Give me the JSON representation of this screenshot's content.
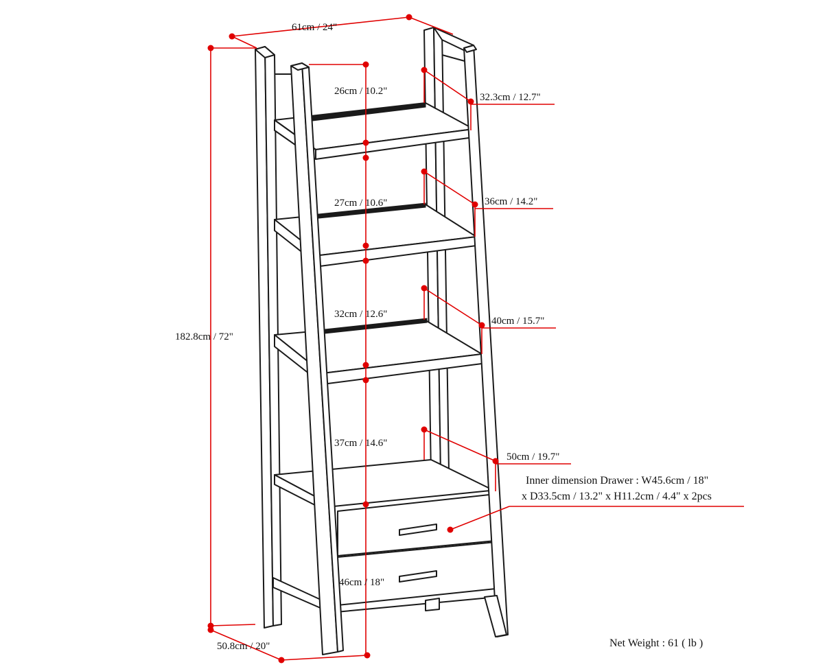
{
  "colors": {
    "dimension": "#e00000",
    "outline": "#1a1a1a",
    "background": "#ffffff"
  },
  "dimensions": {
    "top_width": "61cm / 24\"",
    "total_height": "182.8cm / 72\"",
    "base_depth": "50.8cm / 20\"",
    "base_width": "46cm / 18\"",
    "shelf_clearances": [
      "26cm / 10.2\"",
      "27cm / 10.6\"",
      "32cm / 12.6\"",
      "37cm / 14.6\""
    ],
    "shelf_depths": [
      "32.3cm / 12.7\"",
      "36cm / 14.2\"",
      "40cm / 15.7\"",
      "50cm / 19.7\""
    ]
  },
  "drawer_note": {
    "line1": "Inner dimension Drawer : W45.6cm / 18\"",
    "line2": "x D33.5cm / 13.2\" x H11.2cm / 4.4\" x 2pcs"
  },
  "net_weight": "Net Weight : 61 ( lb )"
}
